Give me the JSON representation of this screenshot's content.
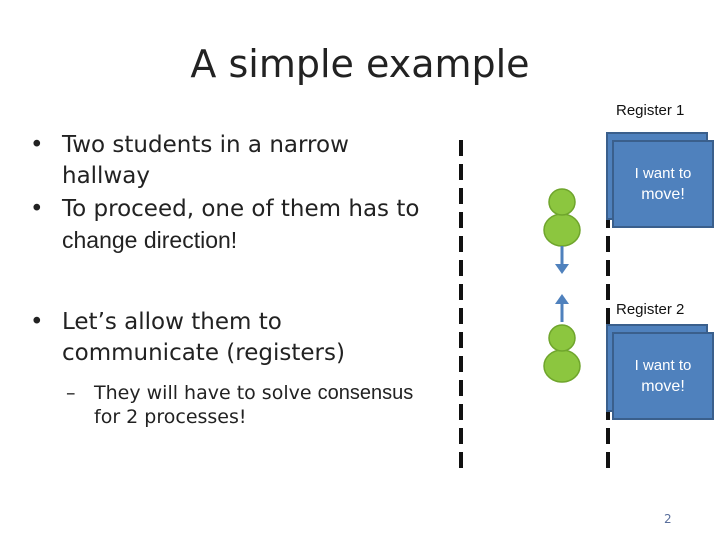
{
  "slide": {
    "title": "A simple example",
    "bullets": [
      {
        "text_a": "Two students in a narrow hallway",
        "text_b": ""
      },
      {
        "text_a": "To proceed, one of them has to ",
        "text_b": "change direction!"
      },
      {
        "text_a": "Let’s allow them to communicate (registers)",
        "text_b": ""
      }
    ],
    "sub_bullet": {
      "text_a": "They will have to solve ",
      "text_b": "consensus",
      "text_c": " for 2 processes!"
    },
    "registers": [
      {
        "label": "Register 1",
        "line1": "I want to",
        "line2": "move!"
      },
      {
        "label": "Register 2",
        "line1": "I want to",
        "line2": "move!"
      }
    ],
    "page_number": "2"
  },
  "colors": {
    "register_fill": "#4f81bd",
    "person_fill": "#8cc63f",
    "arrow": "#4f81bd"
  }
}
